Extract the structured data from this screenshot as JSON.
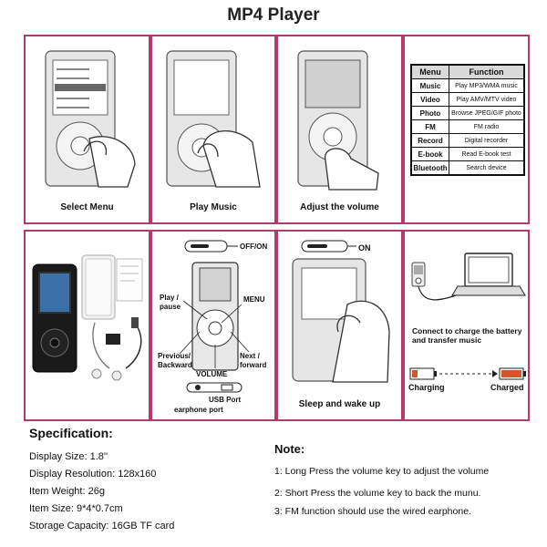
{
  "title": "MP4 Player",
  "panels": {
    "select_menu": "Select Menu",
    "play_music": "Play Music",
    "adjust_volume": "Adjust the volume",
    "sleep_wake": "Sleep and wake up",
    "charge_text": "Connect to charge the battery and transfer music",
    "charging": "Charging",
    "charged": "Charged"
  },
  "controls": {
    "off_on": "OFF/ON",
    "on": "ON",
    "play_pause": "Play / pause",
    "menu": "MENU",
    "previous": "Previous/ Backward",
    "next": "Next / forward",
    "volume": "VOLUME",
    "usb_port": "USB Port",
    "earphone_port": "earphone port"
  },
  "function_table": {
    "headers": [
      "Menu",
      "Function"
    ],
    "rows": [
      [
        "Music",
        "Play MP3/WMA music"
      ],
      [
        "Video",
        "Play AMV/MTV video"
      ],
      [
        "Photo",
        "Browse JPEG/GIF photo"
      ],
      [
        "FM",
        "FM radio"
      ],
      [
        "Record",
        "Digital recorder"
      ],
      [
        "E-book",
        "Read E-book test"
      ],
      [
        "Bluetooth",
        "Search device"
      ]
    ]
  },
  "specification": {
    "heading": "Specification:",
    "items": [
      "Display Size: 1.8''",
      "Display Resolution: 128x160",
      "Item Weight: 26g",
      "Item Size: 9*4*0.7cm",
      "Storage Capacity: 16GB TF card"
    ]
  },
  "notes": {
    "heading": "Note:",
    "items": [
      "1: Long Press the volume key to adjust the volume",
      "2: Short Press the volume key to back the munu.",
      "3: FM function should use the wired earphone."
    ]
  },
  "colors": {
    "border": "#b23a6e",
    "device": "#dcdcdc",
    "ink": "#111111"
  }
}
